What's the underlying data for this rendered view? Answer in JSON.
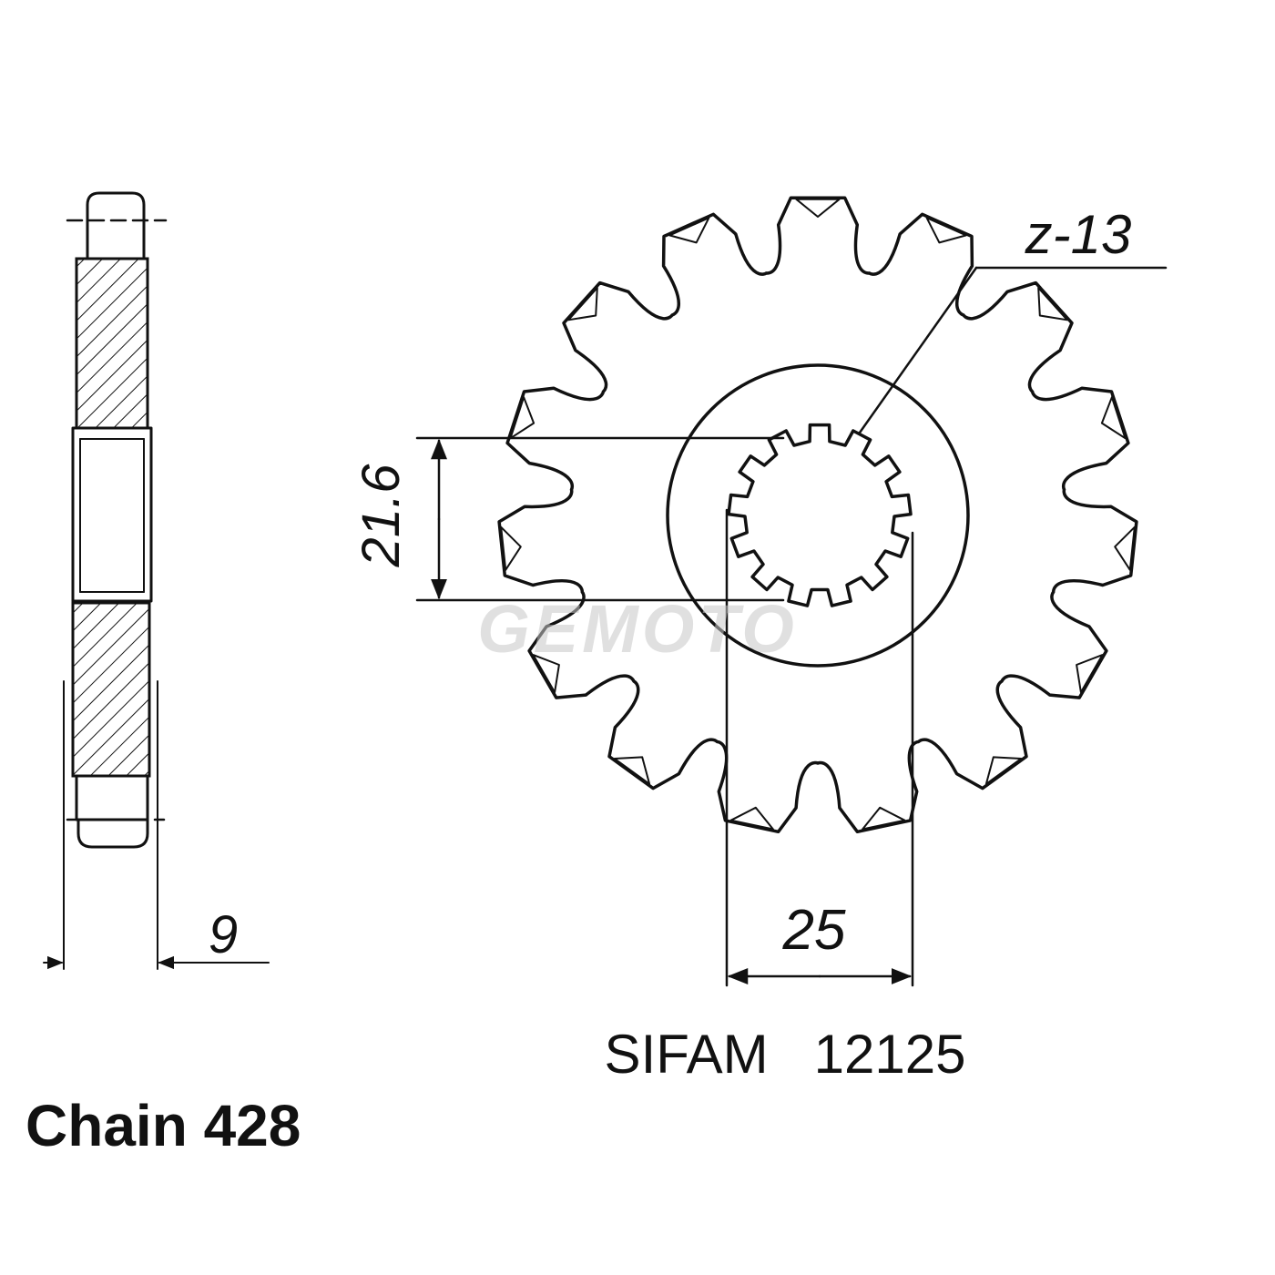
{
  "labels": {
    "tooth_count": "z-13",
    "thickness": "9",
    "spline_root": "21.6",
    "spline_outer": "25",
    "part_number": "SIFAM   12125",
    "chain": "Chain 428",
    "watermark": "GEMOTO"
  },
  "colors": {
    "ink": "#111111",
    "background": "#ffffff",
    "watermark": "#c8c8c8"
  }
}
